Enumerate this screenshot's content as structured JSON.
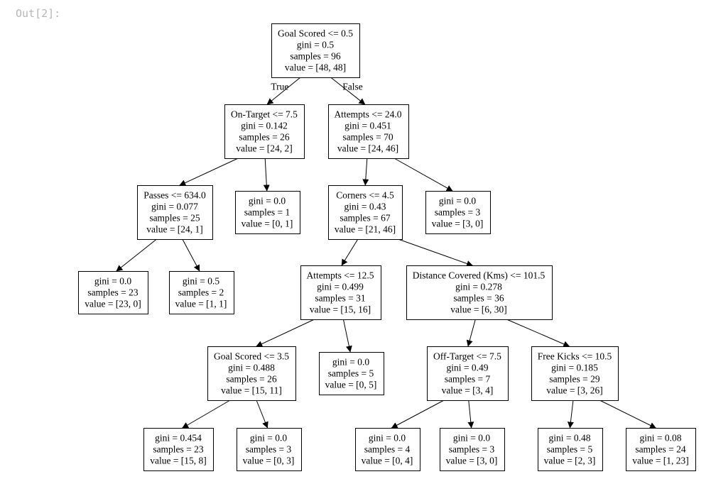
{
  "cell": {
    "output_label": "Out[2]:"
  },
  "tree": {
    "nodes": [
      {
        "id": "n0",
        "lines": [
          "Goal Scored <= 0.5",
          "gini = 0.5",
          "samples = 96",
          "value = [48, 48]"
        ]
      },
      {
        "id": "n1",
        "lines": [
          "On-Target <= 7.5",
          "gini = 0.142",
          "samples = 26",
          "value = [24, 2]"
        ]
      },
      {
        "id": "n2",
        "lines": [
          "Attempts <= 24.0",
          "gini = 0.451",
          "samples = 70",
          "value = [24, 46]"
        ]
      },
      {
        "id": "n3",
        "lines": [
          "Passes <= 634.0",
          "gini = 0.077",
          "samples = 25",
          "value = [24, 1]"
        ]
      },
      {
        "id": "n4",
        "lines": [
          "gini = 0.0",
          "samples = 1",
          "value = [0, 1]"
        ]
      },
      {
        "id": "n5",
        "lines": [
          "Corners <= 4.5",
          "gini = 0.43",
          "samples = 67",
          "value = [21, 46]"
        ]
      },
      {
        "id": "n6",
        "lines": [
          "gini = 0.0",
          "samples = 3",
          "value = [3, 0]"
        ]
      },
      {
        "id": "n7",
        "lines": [
          "gini = 0.0",
          "samples = 23",
          "value = [23, 0]"
        ]
      },
      {
        "id": "n8",
        "lines": [
          "gini = 0.5",
          "samples = 2",
          "value = [1, 1]"
        ]
      },
      {
        "id": "n9",
        "lines": [
          "Attempts <= 12.5",
          "gini = 0.499",
          "samples = 31",
          "value = [15, 16]"
        ]
      },
      {
        "id": "n10",
        "lines": [
          "Distance Covered (Kms) <= 101.5",
          "gini = 0.278",
          "samples = 36",
          "value = [6, 30]"
        ]
      },
      {
        "id": "n11",
        "lines": [
          "Goal Scored <= 3.5",
          "gini = 0.488",
          "samples = 26",
          "value = [15, 11]"
        ]
      },
      {
        "id": "n12",
        "lines": [
          "gini = 0.0",
          "samples = 5",
          "value = [0, 5]"
        ]
      },
      {
        "id": "n13",
        "lines": [
          "Off-Target <= 7.5",
          "gini = 0.49",
          "samples = 7",
          "value = [3, 4]"
        ]
      },
      {
        "id": "n14",
        "lines": [
          "Free Kicks <= 10.5",
          "gini = 0.185",
          "samples = 29",
          "value = [3, 26]"
        ]
      },
      {
        "id": "n15",
        "lines": [
          "gini = 0.454",
          "samples = 23",
          "value = [15, 8]"
        ]
      },
      {
        "id": "n16",
        "lines": [
          "gini = 0.0",
          "samples = 3",
          "value = [0, 3]"
        ]
      },
      {
        "id": "n17",
        "lines": [
          "gini = 0.0",
          "samples = 4",
          "value = [0, 4]"
        ]
      },
      {
        "id": "n18",
        "lines": [
          "gini = 0.0",
          "samples = 3",
          "value = [3, 0]"
        ]
      },
      {
        "id": "n19",
        "lines": [
          "gini = 0.48",
          "samples = 5",
          "value = [2, 3]"
        ]
      },
      {
        "id": "n20",
        "lines": [
          "gini = 0.08",
          "samples = 24",
          "value = [1, 23]"
        ]
      }
    ],
    "edges": [
      {
        "from": "n0",
        "to": "n1",
        "label": "True"
      },
      {
        "from": "n0",
        "to": "n2",
        "label": "False"
      },
      {
        "from": "n1",
        "to": "n3"
      },
      {
        "from": "n1",
        "to": "n4"
      },
      {
        "from": "n2",
        "to": "n5"
      },
      {
        "from": "n2",
        "to": "n6"
      },
      {
        "from": "n3",
        "to": "n7"
      },
      {
        "from": "n3",
        "to": "n8"
      },
      {
        "from": "n5",
        "to": "n9"
      },
      {
        "from": "n5",
        "to": "n10"
      },
      {
        "from": "n9",
        "to": "n11"
      },
      {
        "from": "n9",
        "to": "n12"
      },
      {
        "from": "n10",
        "to": "n13"
      },
      {
        "from": "n10",
        "to": "n14"
      },
      {
        "from": "n11",
        "to": "n15"
      },
      {
        "from": "n11",
        "to": "n16"
      },
      {
        "from": "n13",
        "to": "n17"
      },
      {
        "from": "n13",
        "to": "n18"
      },
      {
        "from": "n14",
        "to": "n19"
      },
      {
        "from": "n14",
        "to": "n20"
      }
    ]
  }
}
